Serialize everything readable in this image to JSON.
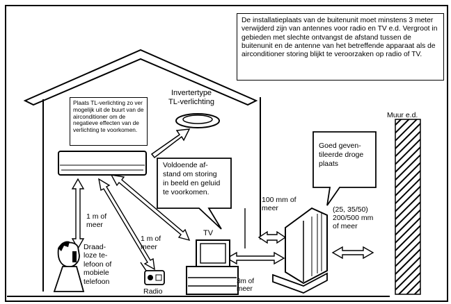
{
  "note": "De installatieplaats van de buitenunit moet minstens 3 meter verwijderd zijn van antennes voor radio en TV e.d. Vergroot in gebieden met slechte ontvangst de afstand tussen de buitenunit en de antenne van het betreffende apparaat als de airconditioner storing blijkt te veroorzaken op radio of TV.",
  "tl_note": "Plaats TL-verlichting zo ver mogelijk uit de buurt van de airconditioner om de negatieve effecten van de verlichting te voorkomen.",
  "inverter_label": [
    "Invertertype",
    "TL-verlichting"
  ],
  "distance_note": [
    "Voldoende af-",
    "stand om storing",
    "in beeld en geluid",
    "te voorkomen."
  ],
  "dry_place": [
    "Goed geven-",
    "tileerde droge",
    "plaats"
  ],
  "wall_label": "Muur e.d.",
  "label_1m_left": [
    "1 m of",
    "meer"
  ],
  "label_1m_mid": [
    "1 m of",
    "meer"
  ],
  "phone_label": [
    "Draad-",
    "loze te-",
    "lefoon of",
    "mobiele",
    "telefoon"
  ],
  "radio_label": "Radio",
  "tv_label": "TV",
  "label_3m": [
    "3m of",
    "meer"
  ],
  "label_100mm": [
    "100 mm of",
    "meer"
  ],
  "label_outdoor": [
    "(25, 35/50)",
    "200/500 mm",
    "of meer"
  ]
}
